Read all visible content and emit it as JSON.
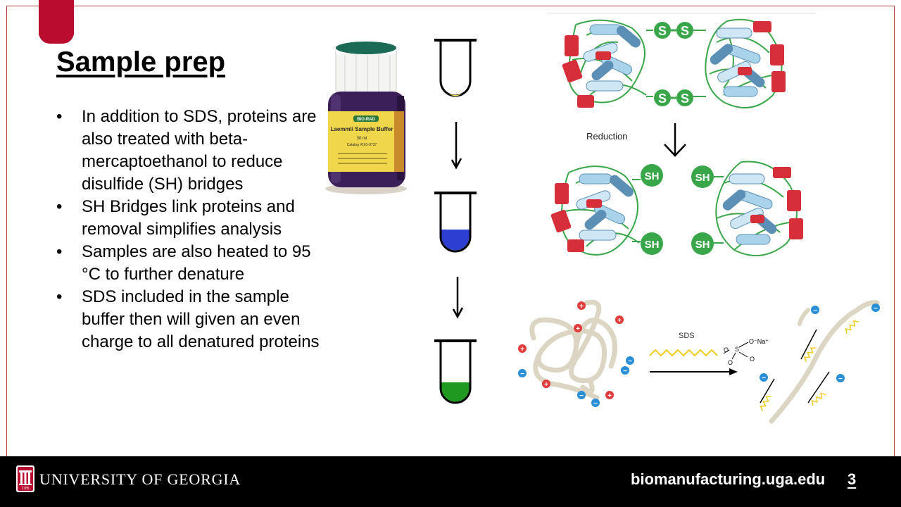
{
  "slide": {
    "title": "Sample prep",
    "bullets": [
      "In addition to SDS, proteins are also treated with beta-mercaptoethanol to reduce disulfide (SH) bridges",
      "SH Bridges link proteins and removal simplifies analysis",
      "Samples are also heated to 95 °C to further denature",
      "SDS included in the sample buffer then will given an even charge to all denatured proteins"
    ],
    "page_number": "3"
  },
  "bottle": {
    "brand": "BIO-RAD",
    "product": "Laemmli Sample Buffer",
    "volume": "30 ml",
    "catalog": "Catalog #161-0737"
  },
  "diagram": {
    "reduction_label": "Reduction",
    "ss_label": "S",
    "sh_label": "SH",
    "sds_label": "SDS",
    "sulfonate_o": "O",
    "sulfonate_s": "S",
    "sulfonate_ona": "O⁻Na⁺",
    "plus_sign": "+",
    "minus_sign": "−"
  },
  "footer": {
    "university": "UNIVERSITY OF GEORGIA",
    "seal_year": "1785",
    "website": "biomanufacturing.uga.edu"
  },
  "colors": {
    "uga_red": "#ba0c2f",
    "footer_bg": "#000000",
    "sulfur_green": "#3aa64a",
    "tube_yellow": "#f2e94e",
    "tube_blue": "#2d3fd1",
    "tube_green": "#1f9a1f"
  }
}
